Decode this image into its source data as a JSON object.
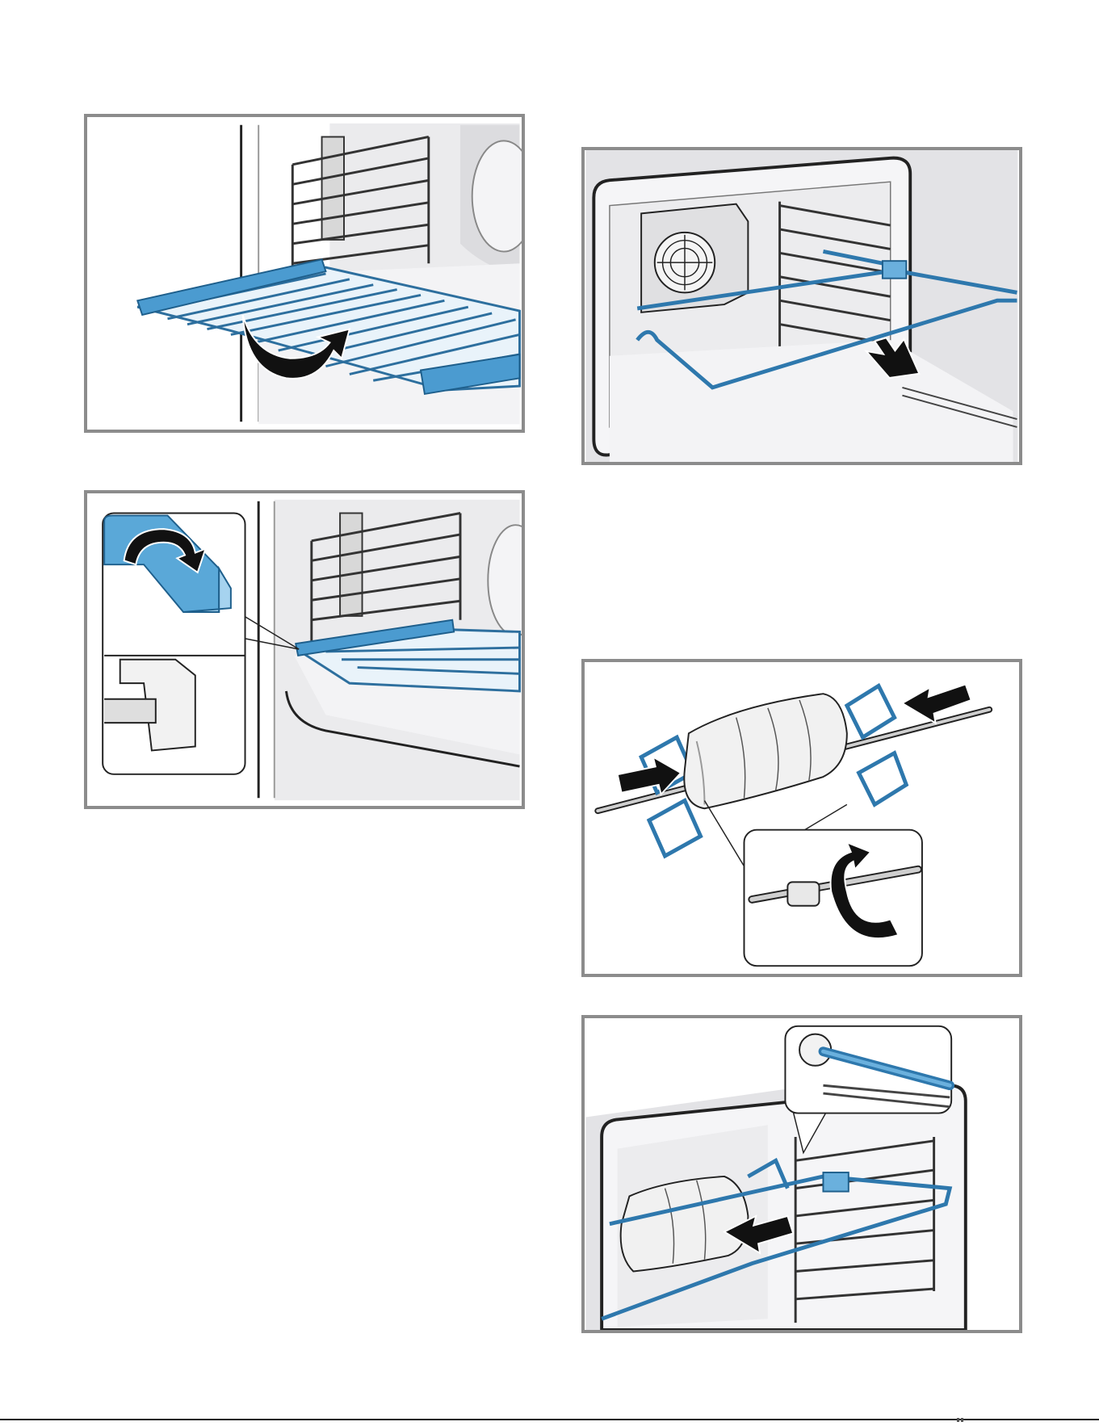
{
  "page": {
    "figures": [
      {
        "id": "fig-1",
        "depicts": "wire-rack-with-blue-rails-inserted-in-oven-side-rack",
        "arrow": "curved-rotate-arrow-icon"
      },
      {
        "id": "fig-2",
        "depicts": "rack-rail-hook-detail-with-zoom-callout",
        "arrow": "curved-rotate-arrow-icon"
      },
      {
        "id": "fig-3",
        "depicts": "rotisserie-frame-pushed-into-oven",
        "arrow": "push-arrow-icon"
      },
      {
        "id": "fig-4",
        "depicts": "meat-roll-on-rotisserie-spit-with-forks",
        "arrow": "push-arrow-icon"
      },
      {
        "id": "fig-5",
        "depicts": "rotisserie-spit-inserted-into-drive-socket",
        "arrow": "push-arrow-icon"
      }
    ],
    "colors": {
      "accent_blue": "#3d8fc4",
      "accent_blue_light": "#8ec7ea",
      "frame_gray": "#8c8c8c",
      "oven_gray": "#e6e6e8",
      "arrow_black": "#1a1a1a"
    }
  }
}
